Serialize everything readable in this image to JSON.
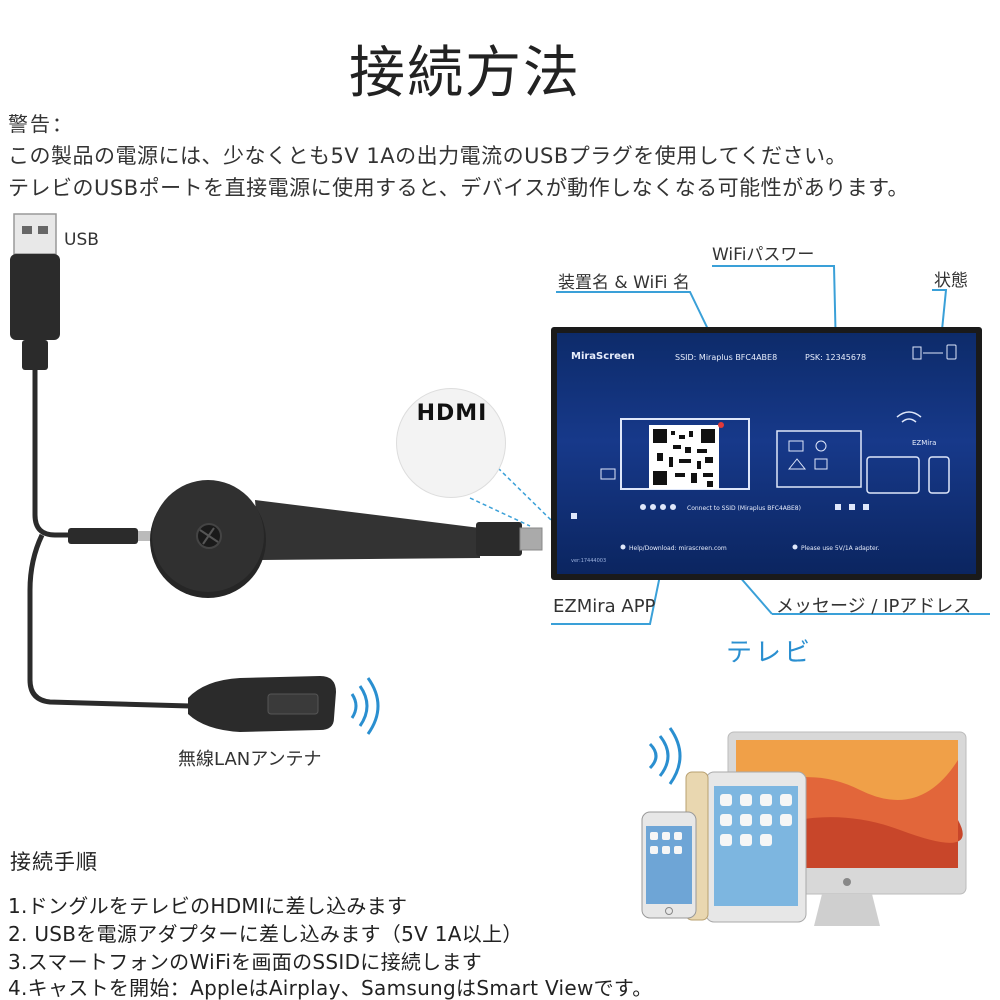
{
  "title": "接続方法",
  "warning": {
    "heading": "警告：",
    "line1": "この製品の電源には、少なくとも5V 1Aの出力電流のUSBプラグを使用してください。",
    "line2": "テレビのUSBポートを直接電源に使用すると、デバイスが動作しなくなる可能性があります。"
  },
  "labels": {
    "usb": "USB",
    "hdmi": "HDMI",
    "device_name": "装置名 & WiFi 名",
    "wifi_password": "WiFiパスワー",
    "status": "状態",
    "ezmira_app": "EZMira APP",
    "message_ip": "メッセージ / IPアドレス",
    "tv": "テレビ",
    "wireless_antenna": "無線LANアンテナ"
  },
  "tv_screen": {
    "brand": "MiraScreen",
    "ssid": "SSID:  Miraplus BFC4ABE8",
    "psk": "PSK:  12345678",
    "connect": "Connect to SSID (Miraplus BFC4ABE8)",
    "help": "Help/Download: mirascreen.com",
    "notice": "Please use 5V/1A adapter.",
    "version": "ver:17444003",
    "ezmira": "EZMira"
  },
  "instructions": {
    "title": "接続手順",
    "steps": [
      "1.ドングルをテレビのHDMIに差し込みます",
      "2. USBを電源アダプターに差し込みます（5V 1A以上）",
      "3.スマートフォンのWiFiを画面のSSIDに接続します",
      "4.キャストを開始：AppleはAirplay、SamsungはSmart Viewです。"
    ]
  },
  "colors": {
    "accent": "#2a8fd0",
    "callout": "#3aa0d8",
    "tv_bg": "#17398a"
  }
}
